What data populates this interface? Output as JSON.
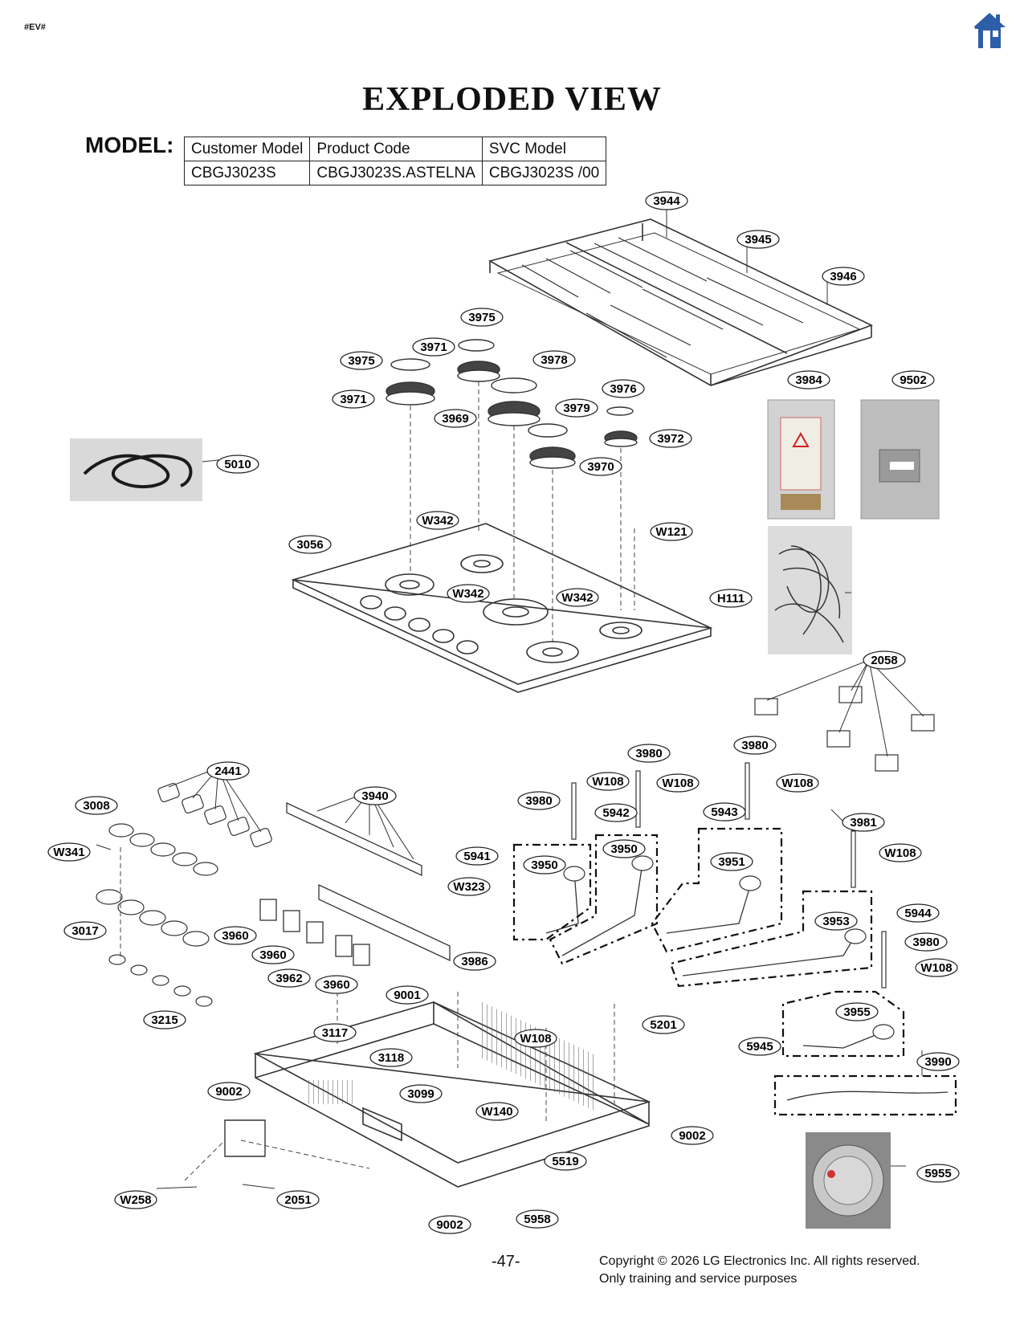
{
  "header": {
    "tag": "#EV#",
    "home_icon": "home-icon",
    "accent": "#2d5ea8"
  },
  "title": "EXPLODED VIEW",
  "model": {
    "label": "MODEL:",
    "columns": [
      "Customer Model",
      "Product Code",
      "SVC Model"
    ],
    "row": [
      "CBGJ3023S",
      "CBGJ3023S.ASTELNA",
      "CBGJ3023S  /00"
    ]
  },
  "callouts": [
    {
      "id": "3944",
      "label": "3944"
    },
    {
      "id": "3945",
      "label": "3945"
    },
    {
      "id": "3946",
      "label": "3946"
    },
    {
      "id": "3975a",
      "label": "3975"
    },
    {
      "id": "3975b",
      "label": "3975"
    },
    {
      "id": "3971a",
      "label": "3971"
    },
    {
      "id": "3971b",
      "label": "3971"
    },
    {
      "id": "3978",
      "label": "3978"
    },
    {
      "id": "3976",
      "label": "3976"
    },
    {
      "id": "3979",
      "label": "3979"
    },
    {
      "id": "3969",
      "label": "3969"
    },
    {
      "id": "3972",
      "label": "3972"
    },
    {
      "id": "3970",
      "label": "3970"
    },
    {
      "id": "3984",
      "label": "3984"
    },
    {
      "id": "9502",
      "label": "9502"
    },
    {
      "id": "5010",
      "label": "5010"
    },
    {
      "id": "W342a",
      "label": "W342"
    },
    {
      "id": "W121",
      "label": "W121"
    },
    {
      "id": "3056",
      "label": "3056"
    },
    {
      "id": "W342b",
      "label": "W342"
    },
    {
      "id": "W342c",
      "label": "W342"
    },
    {
      "id": "H111",
      "label": "H111"
    },
    {
      "id": "2058",
      "label": "2058"
    },
    {
      "id": "3980a",
      "label": "3980"
    },
    {
      "id": "3980b",
      "label": "3980"
    },
    {
      "id": "2441",
      "label": "2441"
    },
    {
      "id": "W108a",
      "label": "W108"
    },
    {
      "id": "W108b",
      "label": "W108"
    },
    {
      "id": "W108c",
      "label": "W108"
    },
    {
      "id": "3940",
      "label": "3940"
    },
    {
      "id": "3980c",
      "label": "3980"
    },
    {
      "id": "3008",
      "label": "3008"
    },
    {
      "id": "5942",
      "label": "5942"
    },
    {
      "id": "5943",
      "label": "5943"
    },
    {
      "id": "3981",
      "label": "3981"
    },
    {
      "id": "W341",
      "label": "W341"
    },
    {
      "id": "5941",
      "label": "5941"
    },
    {
      "id": "3950a",
      "label": "3950"
    },
    {
      "id": "3950b",
      "label": "3950"
    },
    {
      "id": "3951",
      "label": "3951"
    },
    {
      "id": "W108d",
      "label": "W108"
    },
    {
      "id": "W323",
      "label": "W323"
    },
    {
      "id": "5944",
      "label": "5944"
    },
    {
      "id": "3953",
      "label": "3953"
    },
    {
      "id": "3017",
      "label": "3017"
    },
    {
      "id": "3960a",
      "label": "3960"
    },
    {
      "id": "3980d",
      "label": "3980"
    },
    {
      "id": "3960b",
      "label": "3960"
    },
    {
      "id": "3986",
      "label": "3986"
    },
    {
      "id": "W108e",
      "label": "W108"
    },
    {
      "id": "3962",
      "label": "3962"
    },
    {
      "id": "3960c",
      "label": "3960"
    },
    {
      "id": "9001",
      "label": "9001"
    },
    {
      "id": "3955",
      "label": "3955"
    },
    {
      "id": "3215",
      "label": "3215"
    },
    {
      "id": "5201",
      "label": "5201"
    },
    {
      "id": "3117",
      "label": "3117"
    },
    {
      "id": "W108f",
      "label": "W108"
    },
    {
      "id": "5945",
      "label": "5945"
    },
    {
      "id": "3118",
      "label": "3118"
    },
    {
      "id": "3990",
      "label": "3990"
    },
    {
      "id": "9002a",
      "label": "9002"
    },
    {
      "id": "3099",
      "label": "3099"
    },
    {
      "id": "W140",
      "label": "W140"
    },
    {
      "id": "9002b",
      "label": "9002"
    },
    {
      "id": "5519",
      "label": "5519"
    },
    {
      "id": "5955",
      "label": "5955"
    },
    {
      "id": "W258",
      "label": "W258"
    },
    {
      "id": "2051",
      "label": "2051"
    },
    {
      "id": "9002c",
      "label": "9002"
    },
    {
      "id": "5958",
      "label": "5958"
    }
  ],
  "footer": {
    "page": "-47-",
    "copyright": "Copyright © 2026 LG Electronics Inc. All rights reserved.",
    "purpose": "Only training and service purposes"
  }
}
